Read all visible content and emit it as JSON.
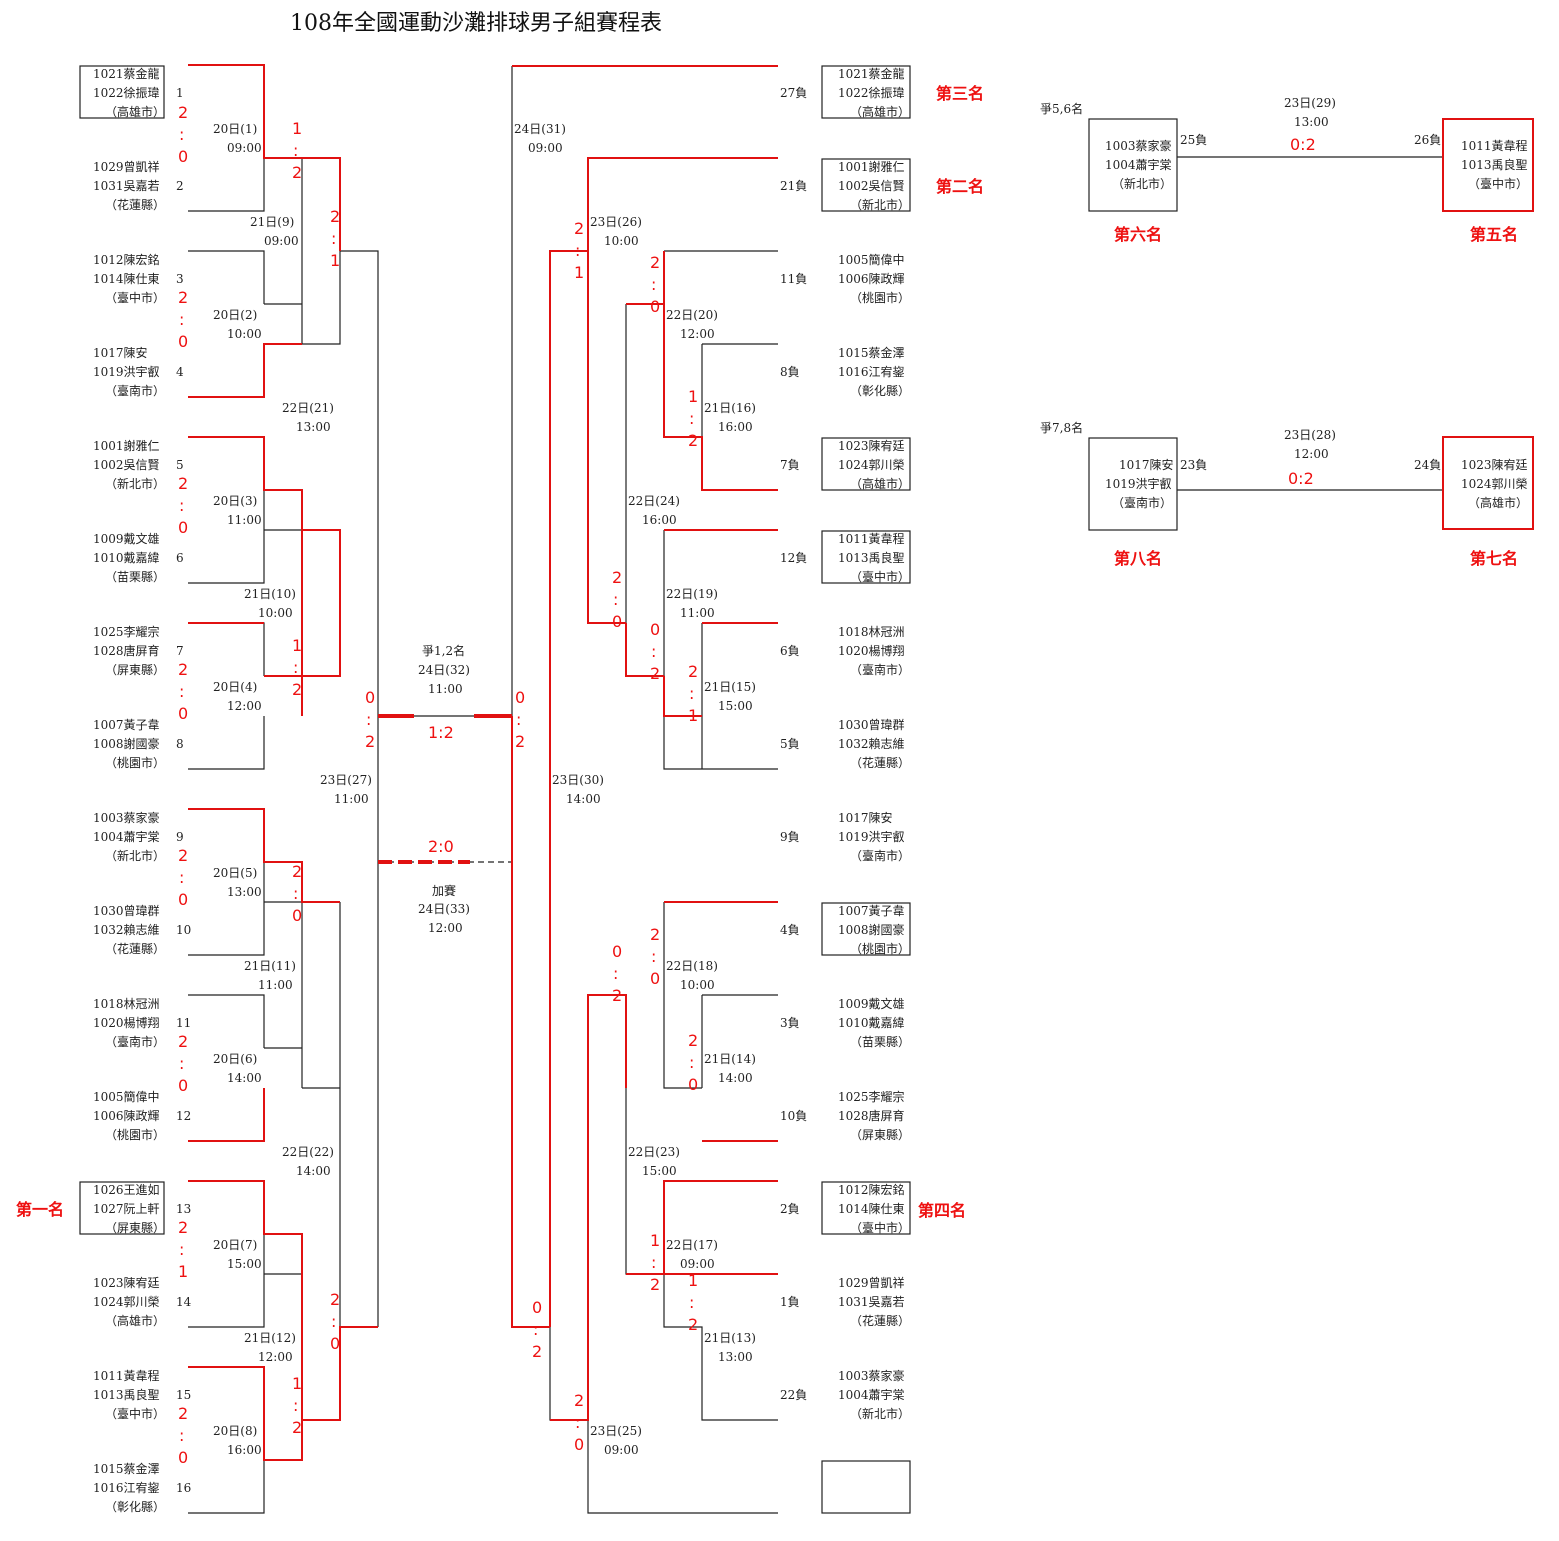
{
  "title": "108年全國運動沙灘排球男子組賽程表",
  "entries": [
    {
      "seed": "1",
      "p1": "1021蔡金龍",
      "p2": "1022徐振瑋",
      "city": "（高雄市）"
    },
    {
      "seed": "2",
      "p1": "1029曾凱祥",
      "p2": "1031吳嘉若",
      "city": "（花蓮縣）"
    },
    {
      "seed": "3",
      "p1": "1012陳宏銘",
      "p2": "1014陳仕東",
      "city": "（臺中市）"
    },
    {
      "seed": "4",
      "p1": "1017陳安",
      "p2": "1019洪宇叡",
      "city": "（臺南市）"
    },
    {
      "seed": "5",
      "p1": "1001謝雅仁",
      "p2": "1002吳信賢",
      "city": "（新北市）"
    },
    {
      "seed": "6",
      "p1": "1009戴文雄",
      "p2": "1010戴嘉緯",
      "city": "（苗栗縣）"
    },
    {
      "seed": "7",
      "p1": "1025李耀宗",
      "p2": "1028唐屏育",
      "city": "（屏東縣）"
    },
    {
      "seed": "8",
      "p1": "1007黃子韋",
      "p2": "1008謝國豪",
      "city": "（桃園市）"
    },
    {
      "seed": "9",
      "p1": "1003蔡家豪",
      "p2": "1004蕭宇棠",
      "city": "（新北市）"
    },
    {
      "seed": "10",
      "p1": "1030曾瑋群",
      "p2": "1032賴志維",
      "city": "（花蓮縣）"
    },
    {
      "seed": "11",
      "p1": "1018林冠洲",
      "p2": "1020楊博翔",
      "city": "（臺南市）"
    },
    {
      "seed": "12",
      "p1": "1005簡偉中",
      "p2": "1006陳政輝",
      "city": "（桃園市）"
    },
    {
      "seed": "13",
      "p1": "1026王進如",
      "p2": "1027阮上軒",
      "city": "（屏東縣）"
    },
    {
      "seed": "14",
      "p1": "1023陳宥廷",
      "p2": "1024郭川榮",
      "city": "（高雄市）"
    },
    {
      "seed": "15",
      "p1": "1011黃韋程",
      "p2": "1013禹良聖",
      "city": "（臺中市）"
    },
    {
      "seed": "16",
      "p1": "1015蔡金澤",
      "p2": "1016江宥鋆",
      "city": "（彰化縣）"
    }
  ],
  "matches": [
    {
      "label": "20日(1)",
      "time": "09:00"
    },
    {
      "label": "20日(2)",
      "time": "10:00"
    },
    {
      "label": "20日(3)",
      "time": "11:00"
    },
    {
      "label": "20日(4)",
      "time": "12:00"
    },
    {
      "label": "20日(5)",
      "time": "13:00"
    },
    {
      "label": "20日(6)",
      "time": "14:00"
    },
    {
      "label": "20日(7)",
      "time": "15:00"
    },
    {
      "label": "20日(8)",
      "time": "16:00"
    },
    {
      "label": "21日(9)",
      "time": "09:00"
    },
    {
      "label": "21日(10)",
      "time": "10:00"
    },
    {
      "label": "21日(11)",
      "time": "11:00"
    },
    {
      "label": "21日(12)",
      "time": "12:00"
    },
    {
      "label": "22日(21)",
      "time": "13:00"
    },
    {
      "label": "22日(22)",
      "time": "14:00"
    },
    {
      "label": "23日(27)",
      "time": "11:00"
    },
    {
      "label": "24日(31)",
      "time": "09:00"
    },
    {
      "label": "23日(30)",
      "time": "14:00"
    },
    {
      "label": "23日(26)",
      "time": "10:00"
    },
    {
      "label": "23日(25)",
      "time": "09:00"
    },
    {
      "label": "22日(20)",
      "time": "12:00"
    },
    {
      "label": "22日(24)",
      "time": "16:00"
    },
    {
      "label": "22日(19)",
      "time": "11:00"
    },
    {
      "label": "22日(18)",
      "time": "10:00"
    },
    {
      "label": "22日(23)",
      "time": "15:00"
    },
    {
      "label": "22日(17)",
      "time": "09:00"
    },
    {
      "label": "21日(16)",
      "time": "16:00"
    },
    {
      "label": "21日(15)",
      "time": "15:00"
    },
    {
      "label": "21日(14)",
      "time": "14:00"
    },
    {
      "label": "21日(13)",
      "time": "13:00"
    },
    {
      "label": "23日(29)",
      "time": "13:00"
    },
    {
      "label": "23日(28)",
      "time": "12:00"
    }
  ],
  "scores": [
    "2",
    "0",
    "1",
    "2",
    "2",
    "0",
    "2",
    "1",
    "2",
    "0",
    "1",
    "2",
    "2",
    "0",
    "2",
    "0",
    "2",
    "0",
    "2",
    "0",
    "2",
    "1",
    "2",
    "0",
    "2",
    "0",
    "1",
    "2",
    "0",
    "2",
    "0",
    "2",
    "2",
    "1",
    "2",
    "0",
    "1",
    "2",
    "2",
    "0",
    "0",
    "2",
    "2",
    "1",
    "0",
    "2",
    "2",
    "0",
    "2",
    "0",
    "1",
    "2",
    "1",
    "2",
    "0",
    "2",
    "2",
    "0",
    "2",
    "1",
    "2",
    "1",
    "1:2",
    "2:0",
    "0:2",
    "0:2"
  ],
  "final": {
    "label1": "爭1,2名",
    "label2": "24日(32)",
    "time": "11:00",
    "extra_label": "加賽",
    "extra_match": "24日(33)",
    "extra_time": "12:00"
  },
  "right_entries": [
    {
      "loser": "27負",
      "p1": "1021蔡金龍",
      "p2": "1022徐振瑋",
      "city": "（高雄市）"
    },
    {
      "loser": "21負",
      "p1": "1001謝雅仁",
      "p2": "1002吳信賢",
      "city": "（新北市）"
    },
    {
      "loser": "11負",
      "p1": "1005簡偉中",
      "p2": "1006陳政輝",
      "city": "（桃園市）"
    },
    {
      "loser": "8負",
      "p1": "1015蔡金澤",
      "p2": "1016江宥鋆",
      "city": "（彰化縣）"
    },
    {
      "loser": "7負",
      "p1": "1023陳宥廷",
      "p2": "1024郭川榮",
      "city": "（高雄市）"
    },
    {
      "loser": "12負",
      "p1": "1011黃韋程",
      "p2": "1013禹良聖",
      "city": "（臺中市）"
    },
    {
      "loser": "6負",
      "p1": "1018林冠洲",
      "p2": "1020楊博翔",
      "city": "（臺南市）"
    },
    {
      "loser": "5負",
      "p1": "1030曾瑋群",
      "p2": "1032賴志維",
      "city": "（花蓮縣）"
    },
    {
      "loser": "9負",
      "p1": "1017陳安",
      "p2": "1019洪宇叡",
      "city": "（臺南市）"
    },
    {
      "loser": "4負",
      "p1": "1007黃子韋",
      "p2": "1008謝國豪",
      "city": "（桃園市）"
    },
    {
      "loser": "3負",
      "p1": "1009戴文雄",
      "p2": "1010戴嘉緯",
      "city": "（苗栗縣）"
    },
    {
      "loser": "10負",
      "p1": "1025李耀宗",
      "p2": "1028唐屏育",
      "city": "（屏東縣）"
    },
    {
      "loser": "2負",
      "p1": "1012陳宏銘",
      "p2": "1014陳仕東",
      "city": "（臺中市）"
    },
    {
      "loser": "1負",
      "p1": "1029曾凱祥",
      "p2": "1031吳嘉若",
      "city": "（花蓮縣）"
    },
    {
      "loser": "22負",
      "p1": "1003蔡家豪",
      "p2": "1004蕭宇棠",
      "city": "（新北市）"
    }
  ],
  "ranks": {
    "r1": "第一名",
    "r2": "第二名",
    "r3": "第三名",
    "r4": "第四名",
    "r5": "第五名",
    "r6": "第六名",
    "r7": "第七名",
    "r8": "第八名"
  },
  "placement_56": {
    "label": "爭5,6名",
    "left_loser": "25負",
    "right_loser": "26負",
    "left": {
      "p1": "1003蔡家豪",
      "p2": "1004蕭宇棠",
      "city": "（新北市）"
    },
    "right": {
      "p1": "1011黃韋程",
      "p2": "1013禹良聖",
      "city": "（臺中市）"
    }
  },
  "placement_78": {
    "label": "爭7,8名",
    "left_loser": "23負",
    "right_loser": "24負",
    "left": {
      "p1": "1017陳安",
      "p2": "1019洪宇叡",
      "city": "（臺南市）"
    },
    "right": {
      "p1": "1023陳宥廷",
      "p2": "1024郭川榮",
      "city": "（高雄市）"
    }
  },
  "colors": {
    "winner_line": "#e11111",
    "line": "#222222"
  }
}
